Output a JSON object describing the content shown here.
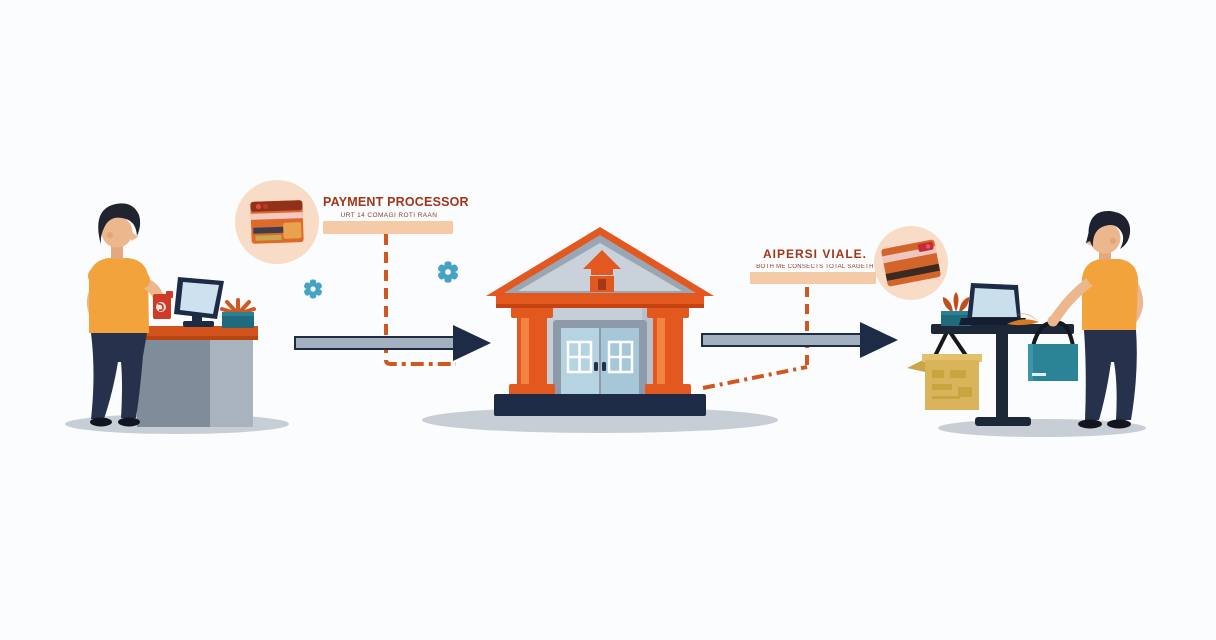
{
  "labels": {
    "processor": {
      "title": "PAYMENT PROCESSOR",
      "subtitle": "URT 14 COMAGI ROTI RAAN"
    },
    "payout": {
      "title": "AIPERSI VIALE.",
      "subtitle": "BOTH ME CONSECTS TOTAL SAGETH"
    }
  },
  "icons": [
    "credit-card-icon",
    "gear-icon",
    "bank-icon",
    "flow-arrow-icon",
    "pos-terminal-icon",
    "laptop-icon",
    "shopping-bag-icon",
    "package-box-icon",
    "plant-icon",
    "croissant-icon"
  ],
  "colors": {
    "background": "#fbfcfd",
    "accent_orange": "#e2581f",
    "title_red": "#a23517",
    "navy": "#1e2b47",
    "arrow_gray": "#a3b0bf",
    "teal": "#2b8496",
    "gear_teal": "#45a3c4",
    "peach_circle": "#f8dcc7",
    "peach_bar": "#f5cba7",
    "shirt_orange": "#f2a33c",
    "skin": "#edb78d",
    "pants_navy": "#26324b",
    "box_gold": "#d9b45a",
    "shadow_gray": "#c8ced5",
    "dashed_line_orange": "#d2571f"
  }
}
